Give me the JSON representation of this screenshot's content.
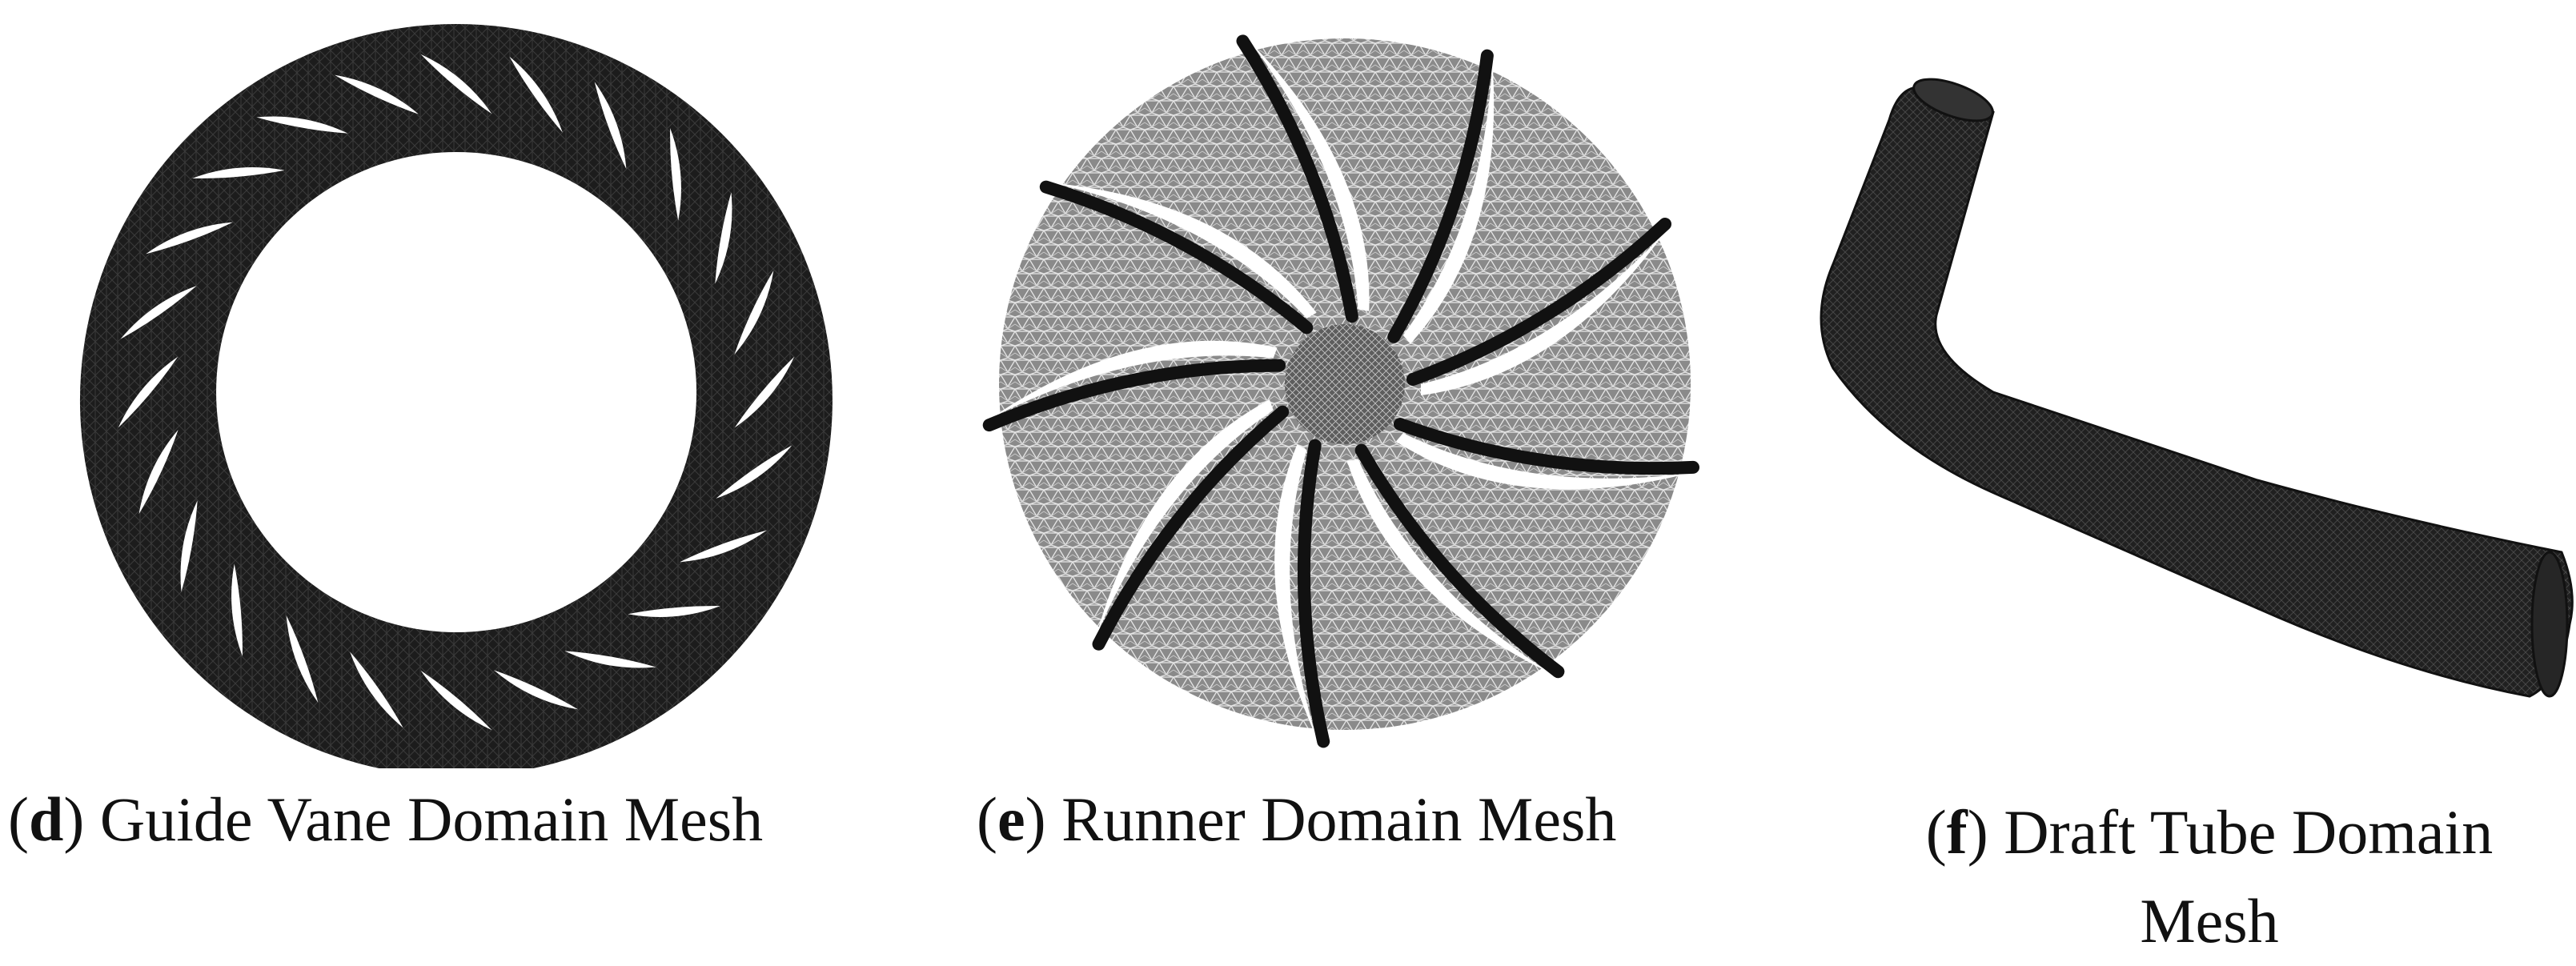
{
  "figure": {
    "panels": [
      {
        "id": "d",
        "letter": "d",
        "title": "Guide Vane Domain Mesh",
        "vane_count": 24
      },
      {
        "id": "e",
        "letter": "e",
        "title": "Runner Domain Mesh",
        "blade_count": 9
      },
      {
        "id": "f",
        "letter": "f",
        "title": "Draft Tube Domain Mesh"
      }
    ]
  },
  "colors": {
    "mesh_dark": "#1c1c1c",
    "mesh_mid": "#7a7a7a",
    "mesh_light": "#b8b8b8",
    "blade": "#111111",
    "background": "#ffffff"
  }
}
